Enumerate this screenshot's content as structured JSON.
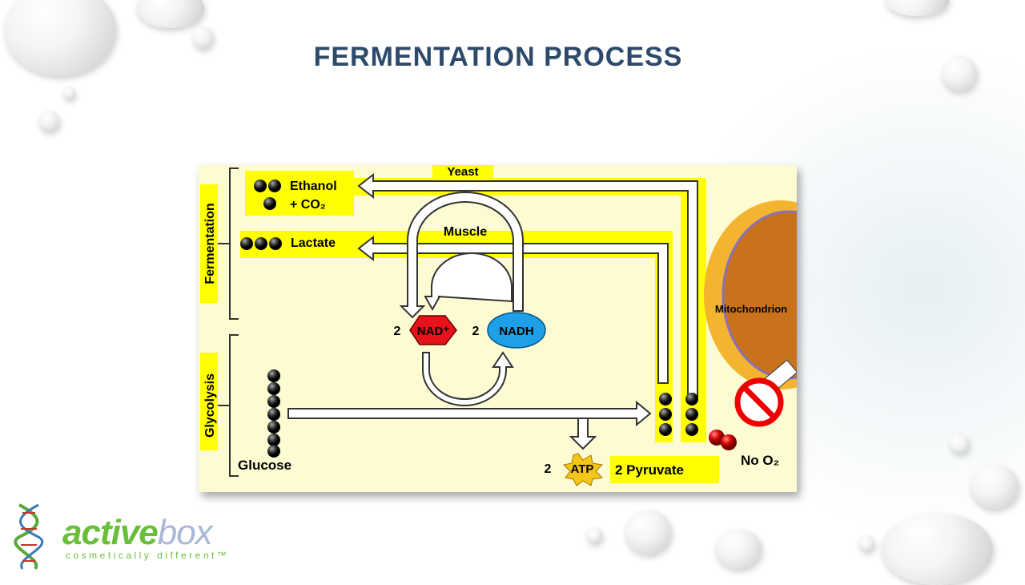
{
  "slide": {
    "title": "FERMENTATION PROCESS"
  },
  "diagram": {
    "section_fermentation": "Fermentation",
    "section_glycolysis": "Glycolysis",
    "yeast": "Yeast",
    "muscle": "Muscle",
    "ethanol": "Ethanol",
    "co2": "+ CO₂",
    "lactate": "Lactate",
    "nad_coef": "2",
    "nad": "NAD⁺",
    "nadh_coef": "2",
    "nadh": "NADH",
    "glucose": "Glucose",
    "atp_coef": "2",
    "atp": "ATP",
    "pyruvate": "2 Pyruvate",
    "mitochondrion": "Mitochondrion",
    "no_o2": "No O₂"
  },
  "logo": {
    "brand_a": "active",
    "brand_b": "box",
    "tagline": "cosmetically different™"
  },
  "colors": {
    "title": "#2e4a6b",
    "highlight": "#ffff00",
    "background": "#fdfbd2",
    "nad": "#e8121a",
    "nadh": "#1ea0e8",
    "mito_outer": "#f3b530",
    "mito_inner": "#c8731c"
  }
}
